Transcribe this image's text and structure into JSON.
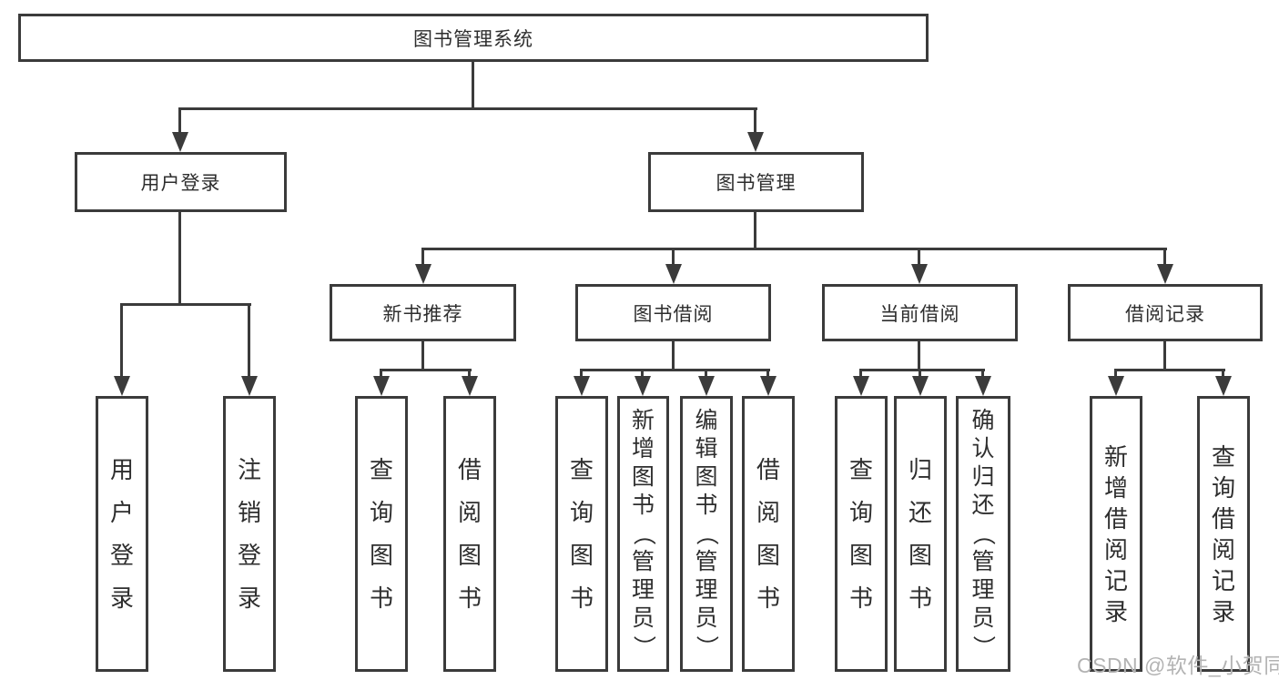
{
  "diagram_title": "图书管理系统",
  "nodes": {
    "root": "图书管理系统",
    "user_login": "用户登录",
    "book_mgmt": "图书管理",
    "new_book_rec": "新书推荐",
    "book_borrow": "图书借阅",
    "current_borrow": "当前借阅",
    "borrow_record": "借阅记录",
    "leaf_user_login": "用户登录",
    "leaf_logout": "注销登录",
    "leaf_query_book_1": "查询图书",
    "leaf_borrow_book_1": "借阅图书",
    "leaf_query_book_2": "查询图书",
    "leaf_add_book": "新增图书（管理员）",
    "leaf_edit_book": "编辑图书（管理员）",
    "leaf_borrow_book_2": "借阅图书",
    "leaf_query_book_3": "查询图书",
    "leaf_return_book": "归还图书",
    "leaf_confirm_return": "确认归还（管理员）",
    "leaf_add_record": "新增借阅记录",
    "leaf_query_record": "查询借阅记录"
  },
  "watermark": "CSDN @软件_小贺同学",
  "colors": {
    "line": "#3b3b3b",
    "box_fill": "#ffffff",
    "text": "#2e2e2e",
    "watermark": "#b3b3b3"
  }
}
